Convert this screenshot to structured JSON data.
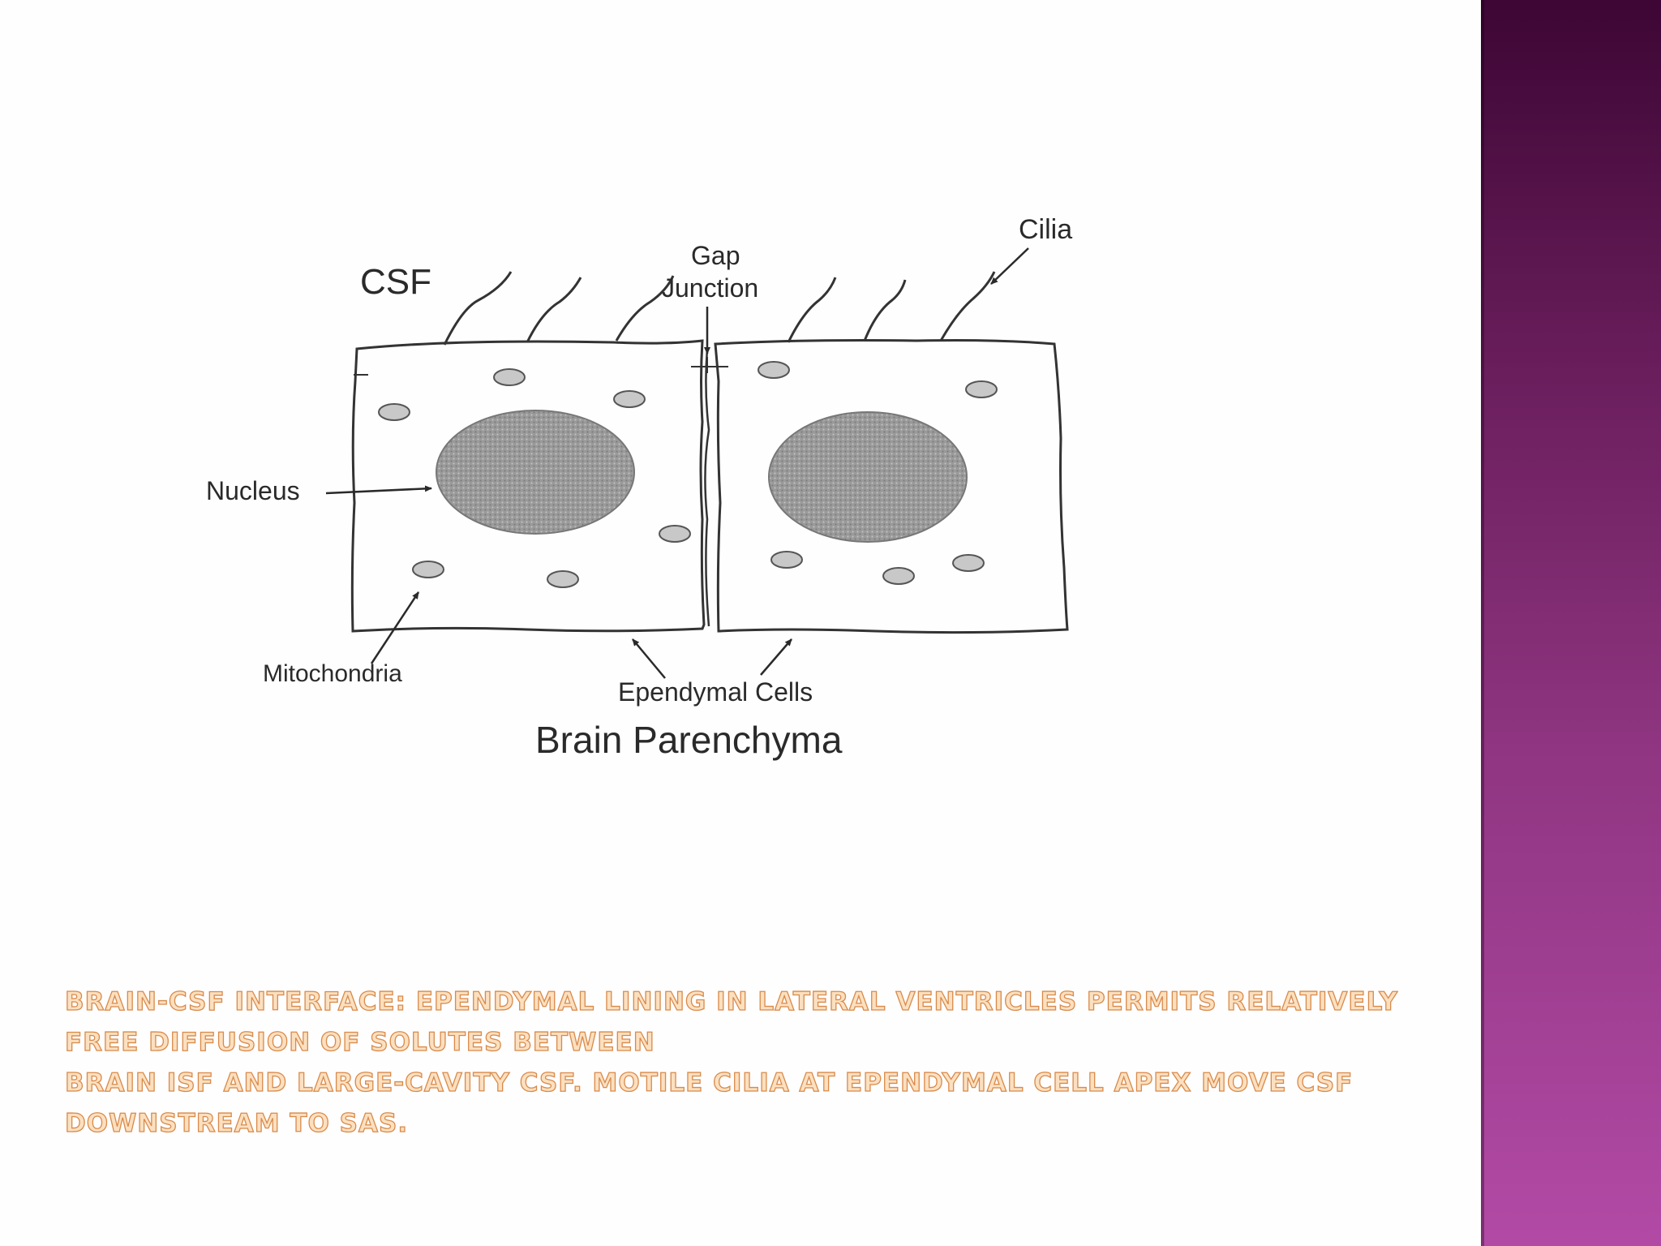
{
  "diagram": {
    "labels": {
      "csf": "CSF",
      "gap_line1": "Gap",
      "gap_line2": "Junction",
      "cilia": "Cilia",
      "nucleus": "Nucleus",
      "mitochondria": "Mitochondria",
      "ependymal_cells": "Ependymal Cells",
      "brain_parenchyma": "Brain Parenchyma"
    }
  },
  "caption": {
    "line1": "Brain-CSF interface: Ependymal lining in lateral ventricles permits relatively free diffusion of solutes between",
    "line2": "brain ISF and large-cavity CSF. Motile cilia at ependymal cell apex move CSF downstream to SAS."
  },
  "colors": {
    "caption_fill": "#fbe0c0",
    "caption_outline": "#d98a4a",
    "sidebar_top": "#3d0634",
    "sidebar_bottom": "#b24aa5"
  }
}
